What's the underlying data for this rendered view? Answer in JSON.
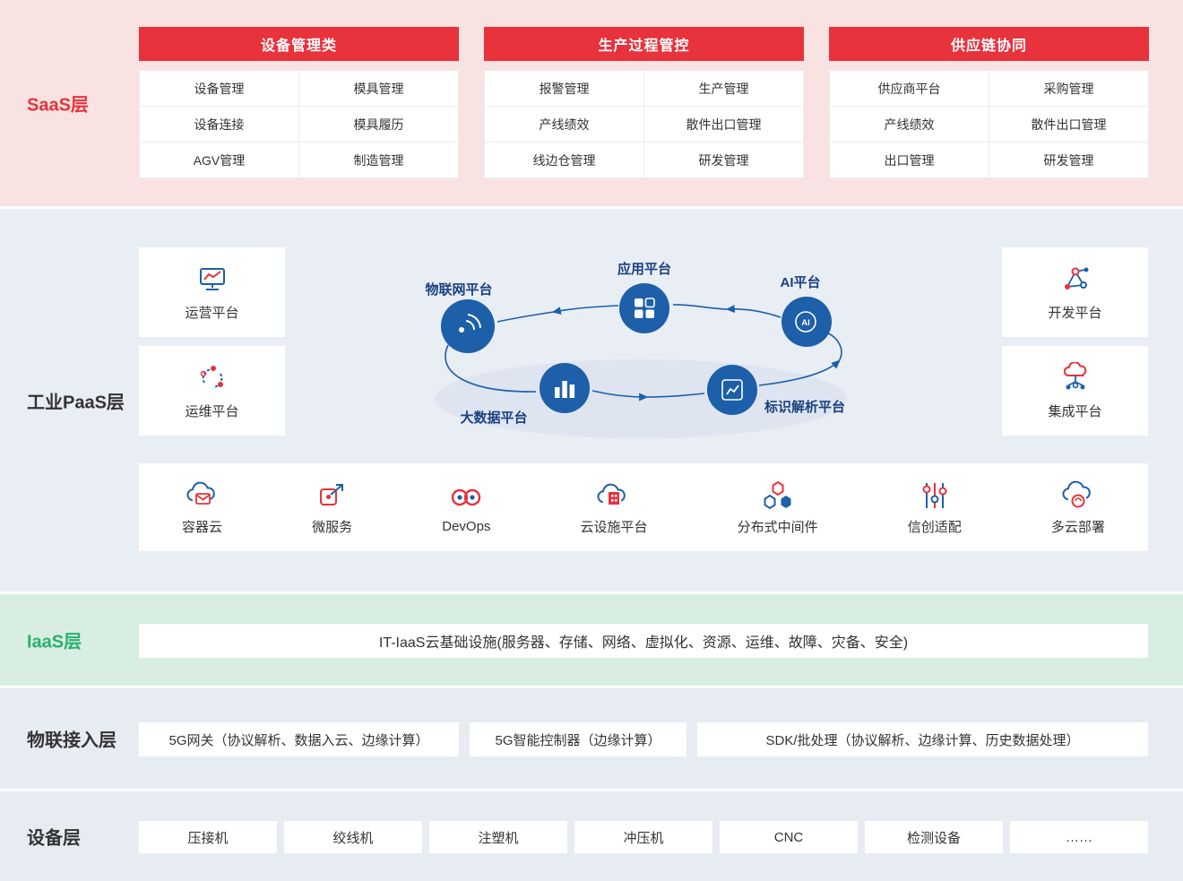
{
  "colors": {
    "accent_red": "#e8323c",
    "accent_blue": "#1d5fa8",
    "saas_band_bg": "#f8e2e2",
    "paas_band_bg": "#e9edf4",
    "iaas_band_bg": "#d9eee2",
    "iot_band_bg": "#e7ecf3",
    "iaas_label_green": "#27b26b",
    "cycle_label_blue": "#1a4080"
  },
  "layers": {
    "saas": {
      "label": "SaaS层",
      "groups": [
        {
          "header": "设备管理类",
          "cells": [
            "设备管理",
            "模具管理",
            "设备连接",
            "模具履历",
            "AGV管理",
            "制造管理"
          ]
        },
        {
          "header": "生产过程管控",
          "cells": [
            "报警管理",
            "生产管理",
            "产线绩效",
            "散件出口管理",
            "线边仓管理",
            "研发管理"
          ]
        },
        {
          "header": "供应链协同",
          "cells": [
            "供应商平台",
            "采购管理",
            "产线绩效",
            "散件出口管理",
            "出口管理",
            "研发管理"
          ]
        }
      ]
    },
    "paas": {
      "label": "工业PaaS层",
      "side_cards": [
        {
          "label": "运营平台",
          "icon": "operations-platform-icon"
        },
        {
          "label": "运维平台",
          "icon": "maintenance-platform-icon"
        },
        {
          "label": "开发平台",
          "icon": "development-platform-icon"
        },
        {
          "label": "集成平台",
          "icon": "integration-platform-icon"
        }
      ],
      "cycle_nodes": [
        {
          "label": "物联网平台",
          "icon": "iot-platform-icon"
        },
        {
          "label": "应用平台",
          "icon": "app-platform-icon"
        },
        {
          "label": "AI平台",
          "icon": "ai-platform-icon",
          "icon_text": "AI"
        },
        {
          "label": "大数据平台",
          "icon": "bigdata-platform-icon"
        },
        {
          "label": "标识解析平台",
          "icon": "identifier-resolution-icon"
        }
      ],
      "services": [
        {
          "label": "容器云",
          "icon": "container-cloud-icon"
        },
        {
          "label": "微服务",
          "icon": "microservices-icon"
        },
        {
          "label": "DevOps",
          "icon": "devops-icon"
        },
        {
          "label": "云设施平台",
          "icon": "cloud-facility-icon"
        },
        {
          "label": "分布式中间件",
          "icon": "distributed-middleware-icon"
        },
        {
          "label": "信创适配",
          "icon": "xinchuang-adaptation-icon"
        },
        {
          "label": "多云部署",
          "icon": "multi-cloud-deployment-icon"
        }
      ]
    },
    "iaas": {
      "label": "IaaS层",
      "infrastructure_bar": "IT-IaaS云基础设施(服务器、存储、网络、虚拟化、资源、运维、故障、灾备、安全)"
    },
    "iot_access": {
      "label": "物联接入层",
      "bars": [
        "5G网关（协议解析、数据入云、边缘计算）",
        "5G智能控制器（边缘计算）",
        "SDK/批处理（协议解析、边缘计算、历史数据处理）"
      ]
    },
    "device": {
      "label": "设备层",
      "bars": [
        "压接机",
        "绞线机",
        "注塑机",
        "冲压机",
        "CNC",
        "检测设备",
        "……"
      ]
    }
  }
}
